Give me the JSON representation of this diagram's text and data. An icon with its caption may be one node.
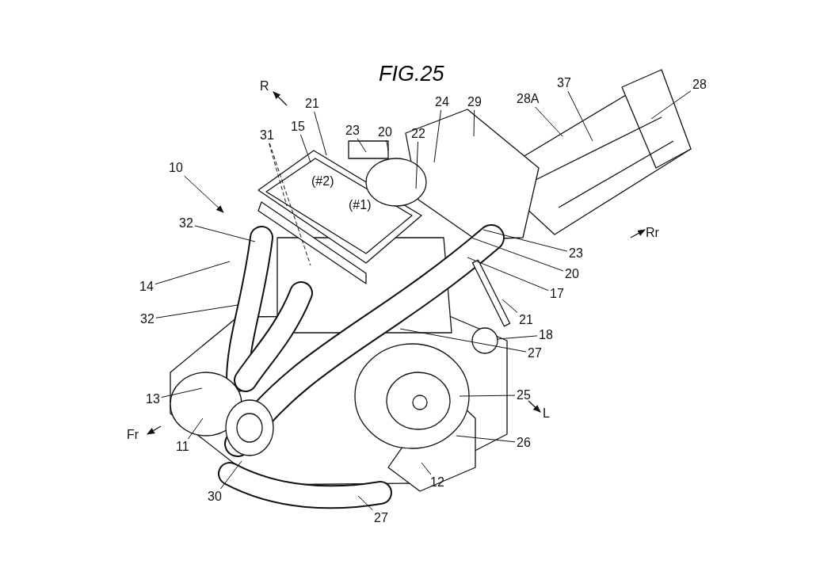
{
  "diagram": {
    "title": "FIG.25",
    "nodes": [
      {
        "text": [
          "28"
        ]
      },
      {
        "text": [
          "21"
        ]
      },
      {
        "text": [
          "23"
        ]
      },
      {
        "text": [
          "20"
        ]
      },
      {
        "text": [
          "22"
        ]
      },
      {
        "text": [
          "24"
        ]
      },
      {
        "text": [
          "29"
        ]
      },
      {
        "text": [
          "28A"
        ]
      },
      {
        "text": [
          "37"
        ]
      },
      {
        "text": [
          "31"
        ]
      },
      {
        "text": [
          "15"
        ]
      },
      {
        "text": [
          "10"
        ]
      },
      {
        "text": [
          "32"
        ]
      },
      {
        "text": [
          "14"
        ]
      },
      {
        "text": [
          "32"
        ]
      },
      {
        "text": [
          "23"
        ]
      },
      {
        "text": [
          "20"
        ]
      },
      {
        "text": [
          "17"
        ]
      },
      {
        "text": [
          "21"
        ]
      },
      {
        "text": [
          "18"
        ]
      },
      {
        "text": [
          "27"
        ]
      },
      {
        "text": [
          "13"
        ]
      },
      {
        "text": [
          "25"
        ]
      },
      {
        "text": [
          "11"
        ]
      },
      {
        "text": [
          "26"
        ]
      },
      {
        "text": [
          "30"
        ]
      },
      {
        "text": [
          "12"
        ]
      },
      {
        "text": [
          "27"
        ]
      }
    ],
    "edges": [
      {
        "from": 0,
        "to": null,
        "arrow": "none"
      },
      {
        "from": 1,
        "to": null,
        "arrow": "none"
      },
      {
        "from": 2,
        "to": null,
        "arrow": "none"
      },
      {
        "from": 3,
        "to": null,
        "arrow": "none"
      },
      {
        "from": 4,
        "to": null,
        "arrow": "none"
      },
      {
        "from": 5,
        "to": null,
        "arrow": "none"
      },
      {
        "from": 6,
        "to": null,
        "arrow": "none"
      },
      {
        "from": 7,
        "to": null,
        "arrow": "none"
      },
      {
        "from": 8,
        "to": null,
        "arrow": "none"
      },
      {
        "from": 9,
        "to": null,
        "arrow": "none",
        "style": "dashed"
      },
      {
        "from": 9,
        "to": null,
        "arrow": "none",
        "style": "dashed"
      },
      {
        "from": 10,
        "to": null,
        "arrow": "none"
      },
      {
        "from": 11,
        "to": null,
        "arrow": "to"
      },
      {
        "from": 12,
        "to": null,
        "arrow": "none"
      },
      {
        "from": 13,
        "to": null,
        "arrow": "none"
      },
      {
        "from": 14,
        "to": null,
        "arrow": "none"
      },
      {
        "from": 15,
        "to": null,
        "arrow": "none"
      },
      {
        "from": 16,
        "to": null,
        "arrow": "none"
      },
      {
        "from": 17,
        "to": null,
        "arrow": "none"
      },
      {
        "from": 18,
        "to": null,
        "arrow": "none"
      },
      {
        "from": 19,
        "to": null,
        "arrow": "none"
      },
      {
        "from": 20,
        "to": null,
        "arrow": "none"
      },
      {
        "from": 21,
        "to": null,
        "arrow": "none"
      },
      {
        "from": 22,
        "to": null,
        "arrow": "none"
      },
      {
        "from": 23,
        "to": null,
        "arrow": "none"
      },
      {
        "from": 24,
        "to": null,
        "arrow": "none"
      },
      {
        "from": 25,
        "to": null,
        "arrow": "none"
      },
      {
        "from": 26,
        "to": null,
        "arrow": "none"
      },
      {
        "from": 27,
        "to": null,
        "arrow": "none"
      }
    ],
    "labels": [
      "R",
      "(#2)",
      "(#1)",
      "Rr",
      "L",
      "Fr"
    ]
  }
}
